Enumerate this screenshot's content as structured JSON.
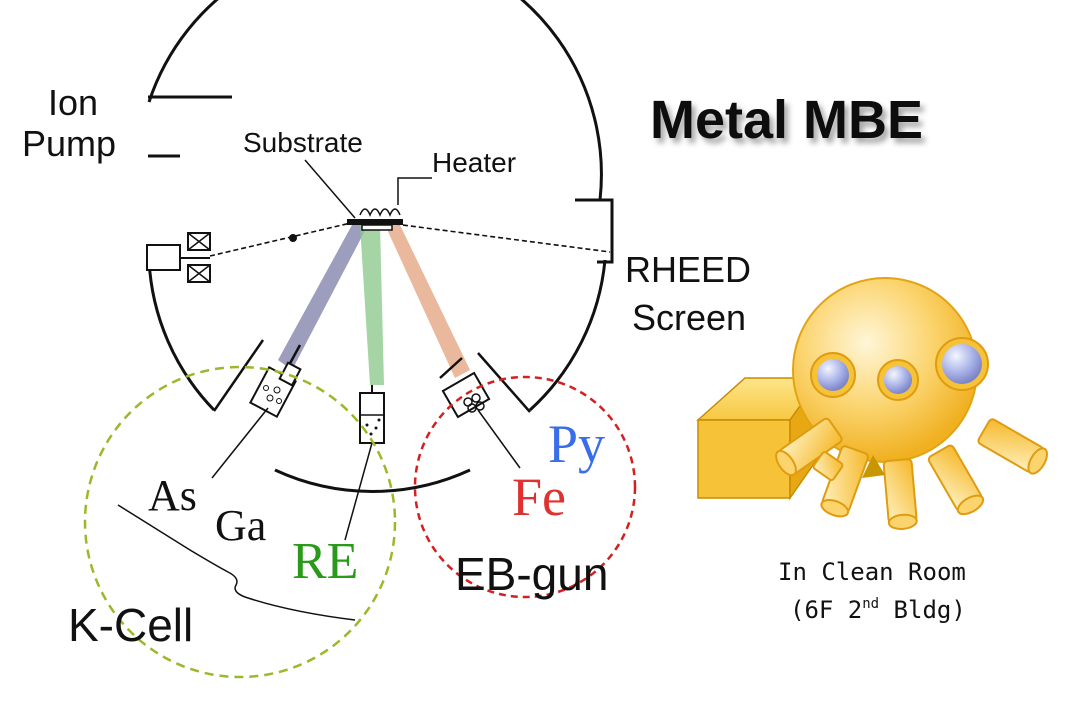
{
  "title": "Metal MBE",
  "labels": {
    "ion_pump_line1": "Ion",
    "ion_pump_line2": "Pump",
    "substrate": "Substrate",
    "heater": "Heater",
    "rheed_line1": "RHEED",
    "rheed_line2": "Screen",
    "as": "As",
    "ga": "Ga",
    "re": "RE",
    "k_cell": "K-Cell",
    "fe": "Fe",
    "py": "Py",
    "eb_gun": "EB-gun",
    "clean_room_line1": "In Clean Room",
    "clean_room_line2_pre": "(6F 2",
    "clean_room_line2_sup": "nd",
    "clean_room_line2_post": " Bldg)"
  },
  "colors": {
    "title": "#111111",
    "k_cell_circle": "#9ab92a",
    "eb_gun_circle": "#d42020",
    "re_text": "#2a9a1a",
    "fe_text": "#e03030",
    "py_text": "#3a6ee8",
    "beam_ga": "#7c7ca8",
    "beam_re": "#8ec98e",
    "beam_fe": "#e3a27c",
    "chamber_body": "#f7c742",
    "port_window": "#a8b2e6"
  }
}
